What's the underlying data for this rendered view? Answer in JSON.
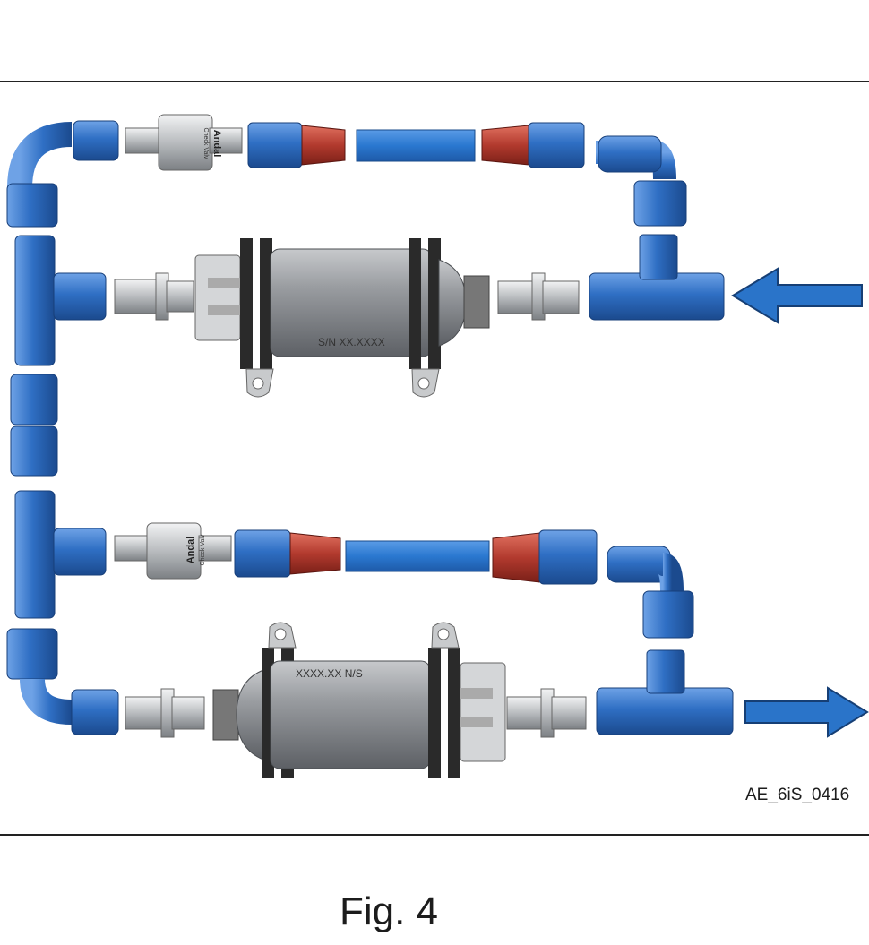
{
  "diagram": {
    "pumps": [
      {
        "serial_label": "S/N   XX.XXXX"
      },
      {
        "serial_label": "XXXX.XX   N/S"
      }
    ],
    "check_valves": [
      {
        "brand": "Andal",
        "sub_label": "Check Valv"
      },
      {
        "brand": "Andal",
        "sub_label": "Check Valv"
      }
    ],
    "part_code": "AE_6iS_0416"
  },
  "caption": "Fig. 4",
  "colors": {
    "fitting_blue": "#2f6fc4",
    "hose_blue": "#2a78d0",
    "hose_end_red": "#b23a2e",
    "steel": "#b9bcbf",
    "pump_body": "#8d9094",
    "flow_arrow": "#2a74c9",
    "frame_line": "#222222"
  },
  "icons": [
    "inlet-arrow-icon",
    "outlet-arrow-icon"
  ]
}
